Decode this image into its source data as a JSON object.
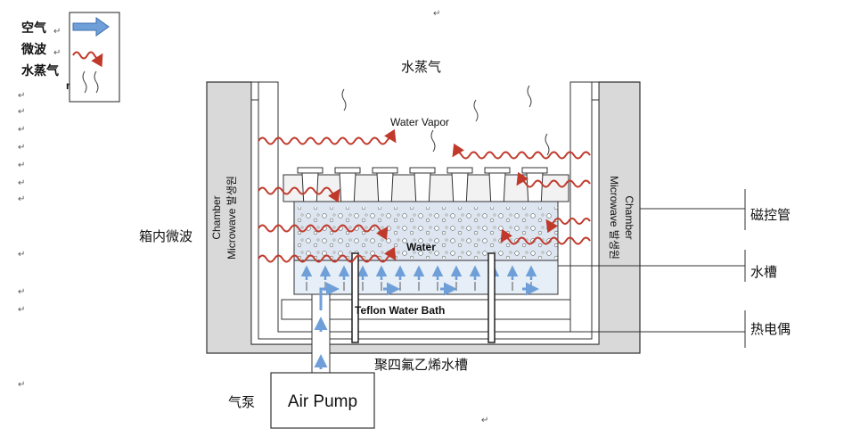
{
  "legend": {
    "air": "空气",
    "microwave": "微波",
    "vapor": "水蒸气",
    "stray": "r"
  },
  "labels": {
    "water_vapor_zh": "水蒸气",
    "water_vapor_en": "Water Vapor",
    "chamber_en": "Chamber",
    "microwave_gen_kr": "Microwave 발생원",
    "water_en": "Water",
    "teflon_en": "Teflon Water Bath",
    "air_pump_en": "Air Pump",
    "chamber_microwave_zh": "箱内微波",
    "magnetron_zh": "磁控管",
    "water_tank_zh": "水槽",
    "thermocouple_zh": "热电偶",
    "ptfe_tank_zh": "聚四氟乙烯水槽",
    "air_pump_zh": "气泵",
    "para_mark": "↵"
  },
  "colors": {
    "wall": "#d9d9d9",
    "chamber_bg": "#f2f2f2",
    "water": "#dde6f0",
    "air_arrow": "#6f9fd8",
    "microwave": "#c0392b",
    "tube_fill": "#6a1b9a",
    "stroke": "#333333"
  }
}
